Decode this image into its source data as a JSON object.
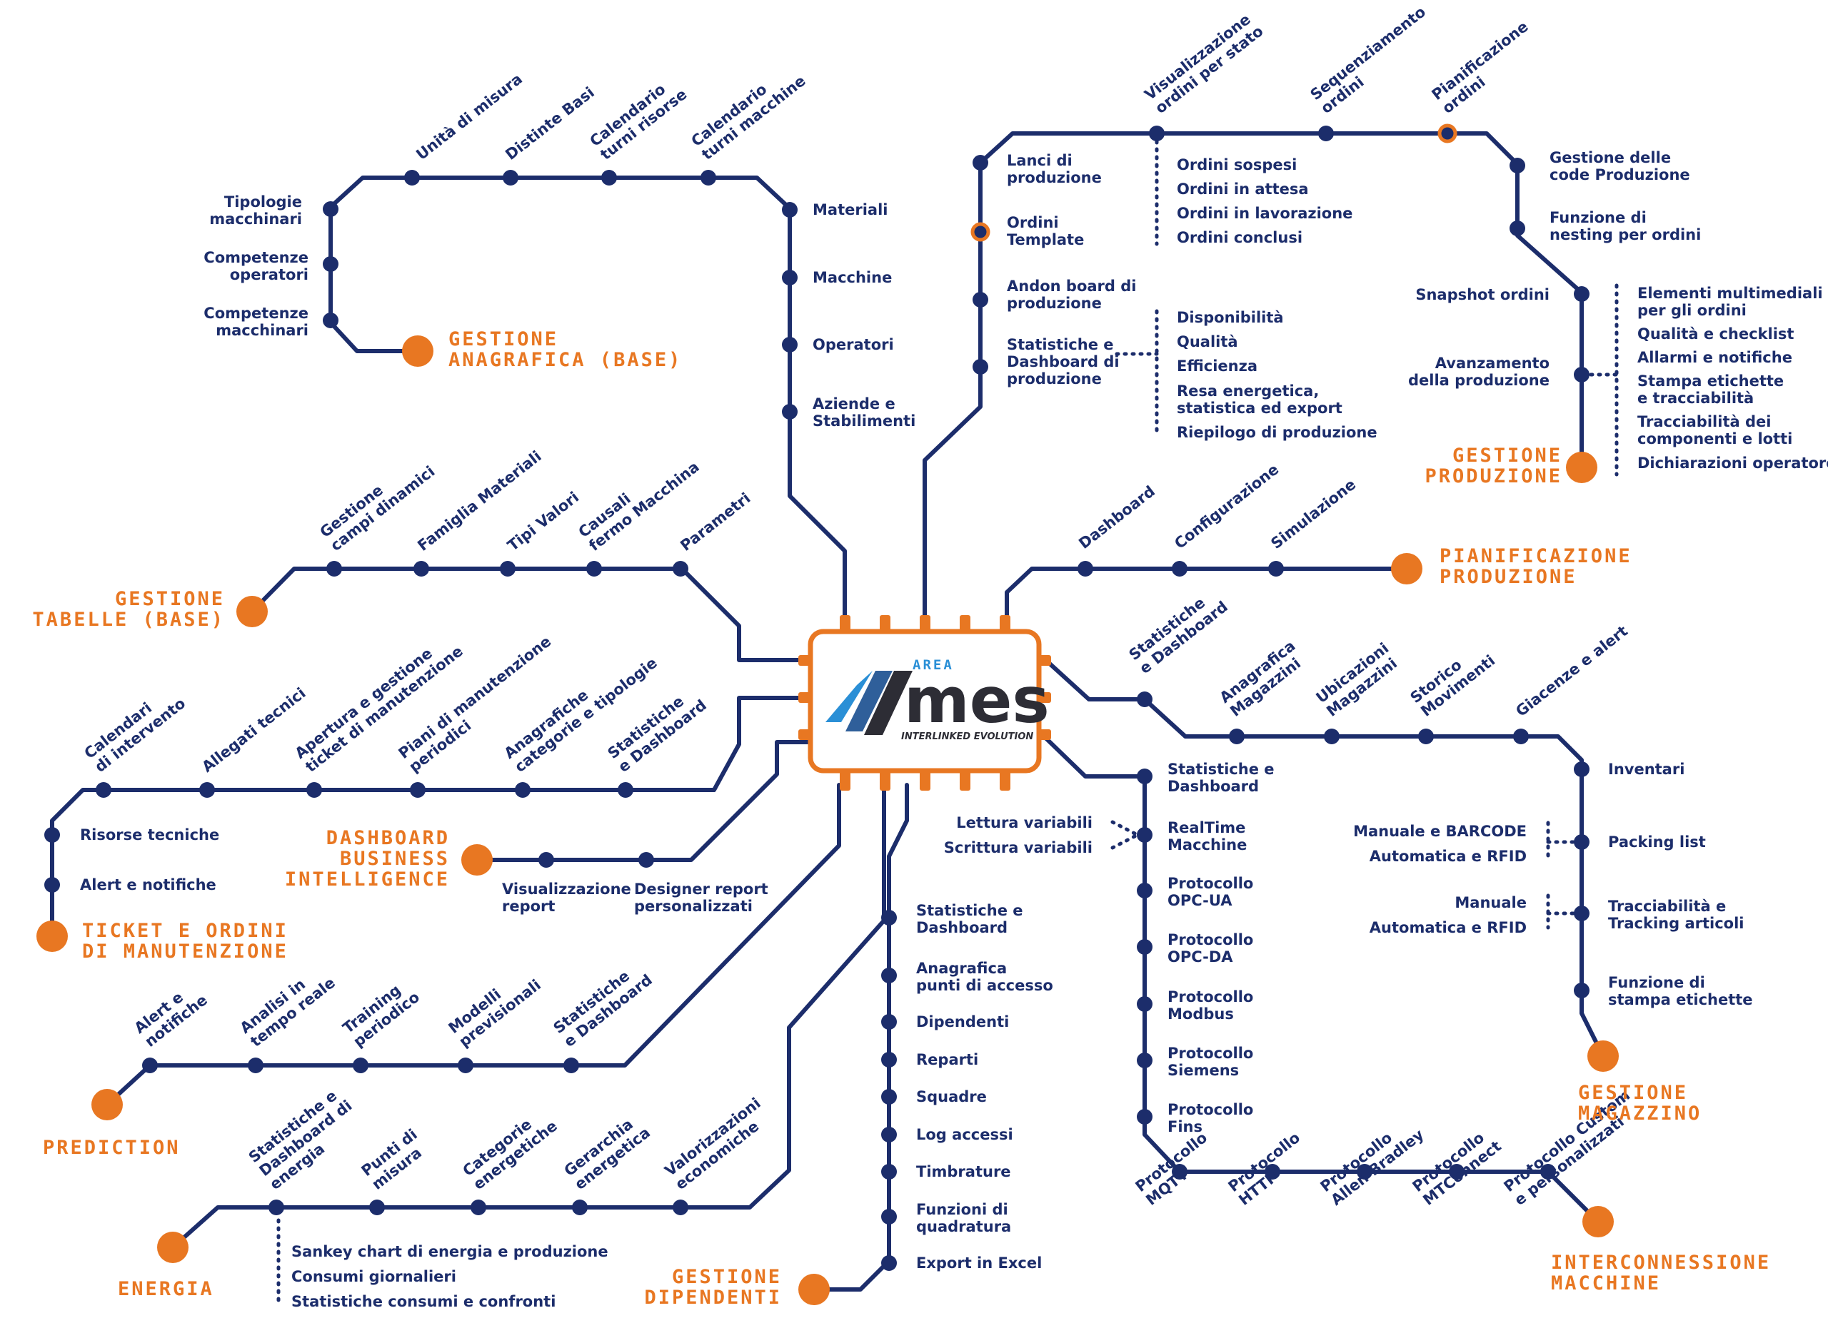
{
  "center_logo": {
    "area": "AREA",
    "mes": "mes",
    "tagline": "INTERLINKED EVOLUTION"
  },
  "colors": {
    "track": "#1c2d6b",
    "accent": "#e87722",
    "logo_blue": "#2a8fd6",
    "logo_dark": "#2d2d35"
  },
  "lines": [
    {
      "key": "anagrafica",
      "title": [
        "GESTIONE",
        "ANAGRAFICA (BASE)"
      ],
      "stops": [
        {
          "label": [
            "Tipologie",
            "macchinari"
          ]
        },
        {
          "label": [
            "Competenze",
            "operatori"
          ]
        },
        {
          "label": [
            "Competenze",
            "macchinari"
          ]
        },
        {
          "label": [
            "Unità di misura"
          ]
        },
        {
          "label": [
            "Distinte Basi"
          ]
        },
        {
          "label": [
            "Calendario",
            "turni risorse"
          ]
        },
        {
          "label": [
            "Calendario",
            "turni macchine"
          ]
        },
        {
          "label": [
            "Materiali"
          ]
        },
        {
          "label": [
            "Macchine"
          ]
        },
        {
          "label": [
            "Operatori"
          ]
        },
        {
          "label": [
            "Aziende e",
            "Stabilimenti"
          ]
        }
      ]
    },
    {
      "key": "tabelle",
      "title": [
        "GESTIONE",
        "TABELLE (BASE)"
      ],
      "stops": [
        {
          "label": [
            "Gestione",
            "campi dinamici"
          ]
        },
        {
          "label": [
            "Famiglia Materiali"
          ]
        },
        {
          "label": [
            "Tipi Valori"
          ]
        },
        {
          "label": [
            "Causali",
            "fermo Macchina"
          ]
        },
        {
          "label": [
            "Parametri"
          ]
        }
      ]
    },
    {
      "key": "manutenzione",
      "title": [
        "TICKET E ORDINI",
        "DI MANUTENZIONE"
      ],
      "stops": [
        {
          "label": [
            "Calendari",
            "di intervento"
          ]
        },
        {
          "label": [
            "Allegati tecnici"
          ]
        },
        {
          "label": [
            "Apertura e gestione",
            "ticket di manutenzione"
          ]
        },
        {
          "label": [
            "Piani di manutenzione",
            "periodici"
          ]
        },
        {
          "label": [
            "Anagrafiche",
            "categorie e tipologie"
          ]
        },
        {
          "label": [
            "Statistiche",
            "e Dashboard"
          ]
        },
        {
          "label": [
            "Risorse tecniche"
          ]
        },
        {
          "label": [
            "Alert e notifiche"
          ]
        }
      ]
    },
    {
      "key": "bi",
      "title": [
        "DASHBOARD",
        "BUSINESS",
        "INTELLIGENCE"
      ],
      "stops": [
        {
          "label": [
            "Visualizzazione",
            "report"
          ]
        },
        {
          "label": [
            "Designer report",
            "personalizzati"
          ]
        }
      ]
    },
    {
      "key": "prediction",
      "title": [
        "PREDICTION"
      ],
      "stops": [
        {
          "label": [
            "Alert e",
            "notifiche"
          ]
        },
        {
          "label": [
            "Analisi in",
            "tempo reale"
          ]
        },
        {
          "label": [
            "Training",
            "periodico"
          ]
        },
        {
          "label": [
            "Modelli",
            "previsionali"
          ]
        },
        {
          "label": [
            "Statistiche",
            "e Dashboard"
          ]
        }
      ]
    },
    {
      "key": "energia",
      "title": [
        "ENERGIA"
      ],
      "stops": [
        {
          "label": [
            "Statistiche e",
            "Dashboard di",
            "energia"
          ]
        },
        {
          "label": [
            "Punti di",
            "misura"
          ]
        },
        {
          "label": [
            "Categorie",
            "energetiche"
          ]
        },
        {
          "label": [
            "Gerarchia",
            "energetica"
          ]
        },
        {
          "label": [
            "Valorizzazioni",
            "economiche"
          ]
        }
      ],
      "branch": [
        "Sankey chart di energia e produzione",
        "Consumi giornalieri",
        "Statistiche consumi e confronti"
      ]
    },
    {
      "key": "dipendenti",
      "title": [
        "GESTIONE",
        "DIPENDENTI"
      ],
      "stops": [
        {
          "label": [
            "Statistiche e",
            "Dashboard"
          ]
        },
        {
          "label": [
            "Anagrafica",
            "punti di accesso"
          ]
        },
        {
          "label": [
            "Dipendenti"
          ]
        },
        {
          "label": [
            "Reparti"
          ]
        },
        {
          "label": [
            "Squadre"
          ]
        },
        {
          "label": [
            "Log accessi"
          ]
        },
        {
          "label": [
            "Timbrature"
          ]
        },
        {
          "label": [
            "Funzioni di",
            "quadratura"
          ]
        },
        {
          "label": [
            "Export in Excel"
          ]
        }
      ]
    },
    {
      "key": "interconnessione",
      "title": [
        "INTERCONNESSIONE",
        "MACCHINE"
      ],
      "stops": [
        {
          "label": [
            "Statistiche e",
            "Dashboard"
          ]
        },
        {
          "label": [
            "RealTime",
            "Macchine"
          ]
        },
        {
          "label": [
            "Protocollo",
            "OPC-UA"
          ]
        },
        {
          "label": [
            "Protocollo",
            "OPC-DA"
          ]
        },
        {
          "label": [
            "Protocollo",
            "Modbus"
          ]
        },
        {
          "label": [
            "Protocollo",
            "Siemens"
          ]
        },
        {
          "label": [
            "Protocollo",
            "Fins"
          ]
        },
        {
          "label": [
            "Protocollo",
            "MQTT"
          ]
        },
        {
          "label": [
            "Protocollo",
            "HTTP"
          ]
        },
        {
          "label": [
            "Protocollo",
            "Allen Bradley"
          ]
        },
        {
          "label": [
            "Protocollo",
            "MTConnect"
          ]
        },
        {
          "label": [
            "Protocollo Custom",
            "e personalizzati"
          ]
        }
      ],
      "branch": [
        "Lettura variabili",
        "Scrittura variabili"
      ]
    },
    {
      "key": "magazzino",
      "title": [
        "GESTIONE",
        "MAGAZZINO"
      ],
      "stops": [
        {
          "label": [
            "Statistiche",
            "e Dashboard"
          ]
        },
        {
          "label": [
            "Anagrafica",
            "Magazzini"
          ]
        },
        {
          "label": [
            "Ubicazioni",
            "Magazzini"
          ]
        },
        {
          "label": [
            "Storico",
            "Movimenti"
          ]
        },
        {
          "label": [
            "Giacenze e alert"
          ]
        },
        {
          "label": [
            "Inventari"
          ]
        },
        {
          "label": [
            "Packing list"
          ]
        },
        {
          "label": [
            "Tracciabilità e",
            "Tracking articoli"
          ]
        },
        {
          "label": [
            "Funzione di",
            "stampa etichette"
          ]
        }
      ],
      "branch_packing": [
        "Manuale e BARCODE",
        "Automatica e RFID"
      ],
      "branch_tracking": [
        "Manuale",
        "Automatica e RFID"
      ]
    },
    {
      "key": "pianificazione",
      "title": [
        "PIANIFICAZIONE",
        "PRODUZIONE"
      ],
      "stops": [
        {
          "label": [
            "Dashboard"
          ]
        },
        {
          "label": [
            "Configurazione"
          ]
        },
        {
          "label": [
            "Simulazione"
          ]
        }
      ]
    },
    {
      "key": "produzione",
      "title": [
        "GESTIONE",
        "PRODUZIONE"
      ],
      "stops": [
        {
          "label": [
            "Lanci di",
            "produzione"
          ]
        },
        {
          "label": [
            "Ordini",
            "Template"
          ]
        },
        {
          "label": [
            "Andon board di",
            "produzione"
          ]
        },
        {
          "label": [
            "Statistiche e",
            "Dashboard di",
            "produzione"
          ]
        },
        {
          "label": [
            "Visualizzazione",
            "ordini per stato"
          ]
        },
        {
          "label": [
            "Sequenziamento",
            "ordini"
          ]
        },
        {
          "label": [
            "Pianificazione",
            "ordini"
          ]
        },
        {
          "label": [
            "Gestione delle",
            "code Produzione"
          ]
        },
        {
          "label": [
            "Funzione di",
            "nesting per ordini"
          ]
        },
        {
          "label": [
            "Snapshot ordini"
          ]
        },
        {
          "label": [
            "Avanzamento",
            "della produzione"
          ]
        }
      ],
      "branch_stato": [
        "Ordini sospesi",
        "Ordini in attesa",
        "Ordini in lavorazione",
        "Ordini conclusi"
      ],
      "branch_stats": [
        "Disponibilità",
        "Qualità",
        "Efficienza",
        "Resa energetica,",
        "statistica ed export",
        "Riepilogo di produzione"
      ],
      "branch_avanzamento": [
        "Elementi multimediali",
        "per gli ordini",
        "Qualità e checklist",
        "Allarmi e notifiche",
        "Stampa etichette",
        "e tracciabilità",
        "Tracciabilità dei",
        "componenti e lotti",
        "Dichiarazioni operatore"
      ]
    }
  ]
}
